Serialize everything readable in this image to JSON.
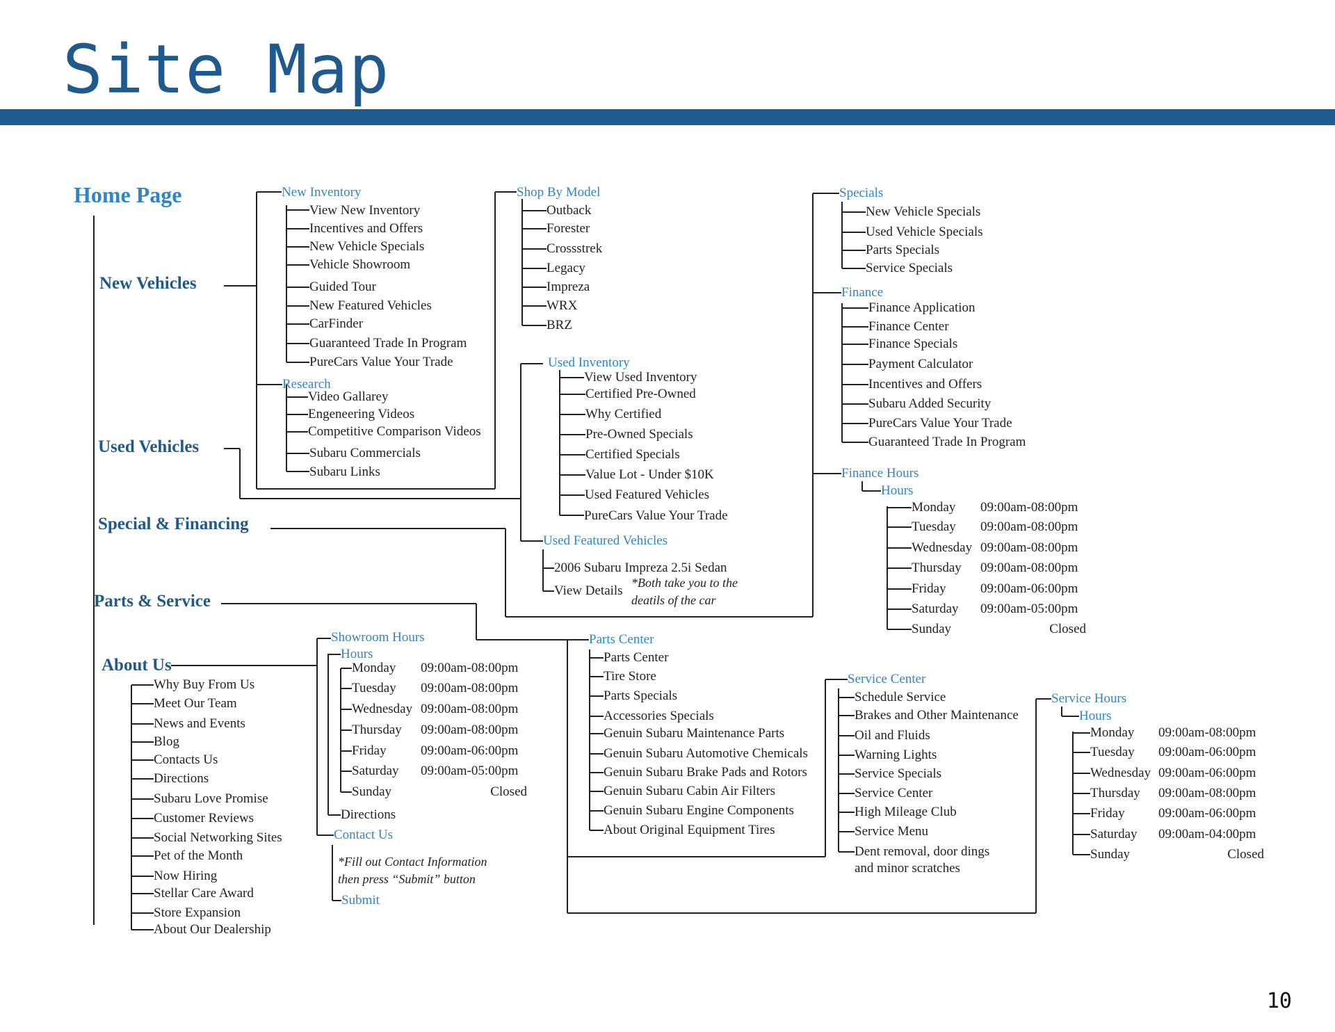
{
  "title": "Site Map",
  "page_number": "10",
  "home": "Home Page",
  "sections": {
    "new_vehicles": "New Vehicles",
    "used_vehicles": "Used Vehicles",
    "special_financing": "Special & Financing",
    "parts_service": "Parts & Service",
    "about_us": "About Us"
  },
  "new_inventory": {
    "heading": "New Inventory",
    "items": [
      "View New Inventory",
      "Incentives and Offers",
      "New Vehicle Specials",
      "Vehicle Showroom",
      "Guided Tour",
      "New Featured Vehicles",
      "CarFinder",
      "Guaranteed Trade In Program",
      "PureCars Value Your Trade"
    ]
  },
  "research": {
    "heading": "Research",
    "items": [
      "Video Gallarey",
      "Engeneering Videos",
      "Competitive Comparison Videos",
      "Subaru Commercials",
      "Subaru Links"
    ]
  },
  "shop_by_model": {
    "heading": "Shop By Model",
    "items": [
      "Outback",
      "Forester",
      "Crossstrek",
      "Legacy",
      "Impreza",
      "WRX",
      "BRZ"
    ]
  },
  "used_inventory": {
    "heading": "Used Inventory",
    "items": [
      "View Used Inventory",
      "Certified Pre-Owned",
      "Why Certified",
      "Pre-Owned Specials",
      "Certified Specials",
      "Value Lot - Under $10K",
      "Used Featured Vehicles",
      "PureCars Value Your Trade"
    ]
  },
  "used_featured": {
    "heading": "Used Featured Vehicles",
    "items": [
      "2006 Subaru Impreza 2.5i Sedan",
      "View Details"
    ],
    "note": [
      "*Both take you to the",
      "deatils of the car"
    ]
  },
  "specials": {
    "heading": "Specials",
    "items": [
      "New Vehicle Specials",
      "Used Vehicle Specials",
      "Parts Specials",
      "Service Specials"
    ]
  },
  "finance": {
    "heading": "Finance",
    "items": [
      "Finance Application",
      "Finance Center",
      "Finance Specials",
      "Payment Calculator",
      "Incentives and Offers",
      "Subaru Added Security",
      "PureCars Value Your Trade",
      "Guaranteed Trade In Program"
    ]
  },
  "finance_hours": {
    "heading": "Finance Hours",
    "sub": "Hours",
    "rows": [
      {
        "day": "Monday",
        "time": "09:00am-08:00pm"
      },
      {
        "day": "Tuesday",
        "time": "09:00am-08:00pm"
      },
      {
        "day": "Wednesday",
        "time": "09:00am-08:00pm"
      },
      {
        "day": "Thursday",
        "time": "09:00am-08:00pm"
      },
      {
        "day": "Friday",
        "time": "09:00am-06:00pm"
      },
      {
        "day": "Saturday",
        "time": "09:00am-05:00pm"
      },
      {
        "day": "Sunday",
        "time": "Closed"
      }
    ]
  },
  "about_items": [
    "Why Buy From Us",
    "Meet Our Team",
    "News and Events",
    "Blog",
    "Contacts Us",
    "Directions",
    "Subaru Love Promise",
    "Customer Reviews",
    "Social Networking Sites",
    "Pet of the Month",
    "Now Hiring",
    "Stellar Care Award",
    "Store Expansion",
    "About Our Dealership"
  ],
  "showroom_hours": {
    "heading": "Showroom Hours",
    "sub": "Hours",
    "rows": [
      {
        "day": "Monday",
        "time": "09:00am-08:00pm"
      },
      {
        "day": "Tuesday",
        "time": "09:00am-08:00pm"
      },
      {
        "day": "Wednesday",
        "time": "09:00am-08:00pm"
      },
      {
        "day": "Thursday",
        "time": "09:00am-08:00pm"
      },
      {
        "day": "Friday",
        "time": "09:00am-06:00pm"
      },
      {
        "day": "Saturday",
        "time": "09:00am-05:00pm"
      },
      {
        "day": "Sunday",
        "time": "Closed"
      }
    ],
    "directions": "Directions"
  },
  "contact": {
    "heading": "Contact Us",
    "note": [
      "*Fill out Contact Information",
      "then press “Submit” button"
    ],
    "submit": "Submit"
  },
  "parts_center": {
    "heading": "Parts Center",
    "items": [
      "Parts Center",
      "Tire Store",
      "Parts Specials",
      "Accessories Specials",
      "Genuin Subaru Maintenance Parts",
      "Genuin Subaru Automotive Chemicals",
      "Genuin Subaru Brake Pads and Rotors",
      "Genuin Subaru Cabin Air Filters",
      "Genuin Subaru Engine Components",
      "About Original Equipment Tires"
    ]
  },
  "service_center": {
    "heading": "Service Center",
    "items": [
      "Schedule Service",
      "Brakes and Other Maintenance",
      "Oil and Fluids",
      "Warning Lights",
      "Service Specials",
      "Service Center",
      "High Mileage Club",
      "Service Menu",
      "Dent removal, door dings"
    ],
    "item_cont": "and minor scratches"
  },
  "service_hours": {
    "heading": "Service Hours",
    "sub": "Hours",
    "rows": [
      {
        "day": "Monday",
        "time": "09:00am-08:00pm"
      },
      {
        "day": "Tuesday",
        "time": "09:00am-06:00pm"
      },
      {
        "day": "Wednesday",
        "time": "09:00am-06:00pm"
      },
      {
        "day": "Thursday",
        "time": "09:00am-08:00pm"
      },
      {
        "day": "Friday",
        "time": "09:00am-06:00pm"
      },
      {
        "day": "Saturday",
        "time": "09:00am-04:00pm"
      },
      {
        "day": "Sunday",
        "time": "Closed"
      }
    ]
  }
}
